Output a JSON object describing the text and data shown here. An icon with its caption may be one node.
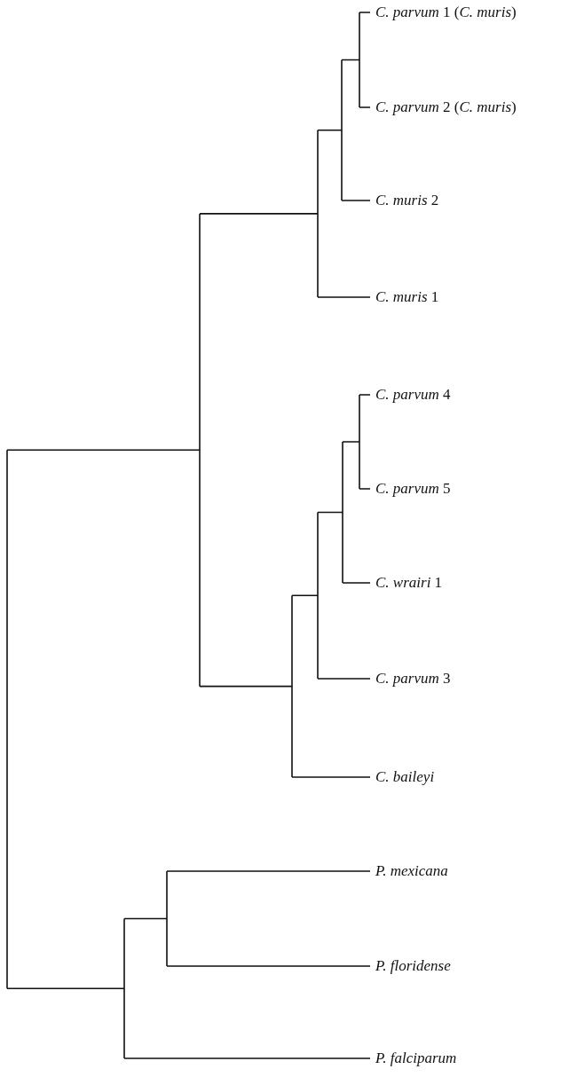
{
  "diagram": {
    "labels": [
      "*C. parvum* 1 (*C. muris*)",
      "*C. parvum* 2 (*C. muris*)",
      "*C. muris* 2",
      "*C. muris* 1",
      "*C. parvum* 4",
      "*C. parvum* 5",
      "*C. wrairi* 1",
      "*C. parvum* 3",
      "*C. baileyi*",
      "*P. mexicana*",
      "*P. floridense*",
      "*P. falciparum*"
    ]
  }
}
